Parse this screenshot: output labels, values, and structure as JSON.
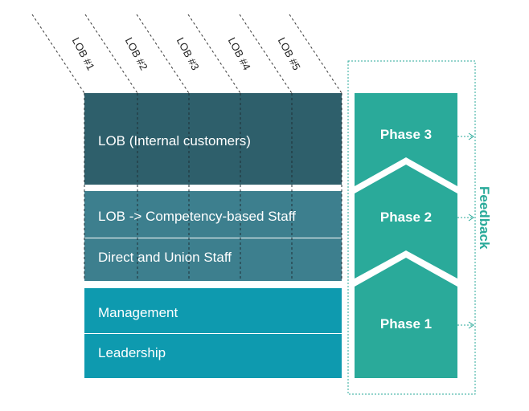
{
  "colors": {
    "dark_teal": "#2e5f6b",
    "mid_teal": "#3d7f8e",
    "bright_teal": "#0e9aaf",
    "phase_teal": "#2aaa9a",
    "feedback": "#2aaa9a"
  },
  "lob_tags": [
    "LOB #1",
    "LOB #2",
    "LOB #3",
    "LOB #4",
    "LOB #5"
  ],
  "layers": {
    "internal": "LOB (Internal customers)",
    "competency": "LOB -> Competency-based Staff",
    "direct": "Direct and Union Staff",
    "management": "Management",
    "leadership": "Leadership"
  },
  "phases": {
    "phase3": "Phase 3",
    "phase2": "Phase 2",
    "phase1": "Phase 1"
  },
  "feedback": "Feedback"
}
